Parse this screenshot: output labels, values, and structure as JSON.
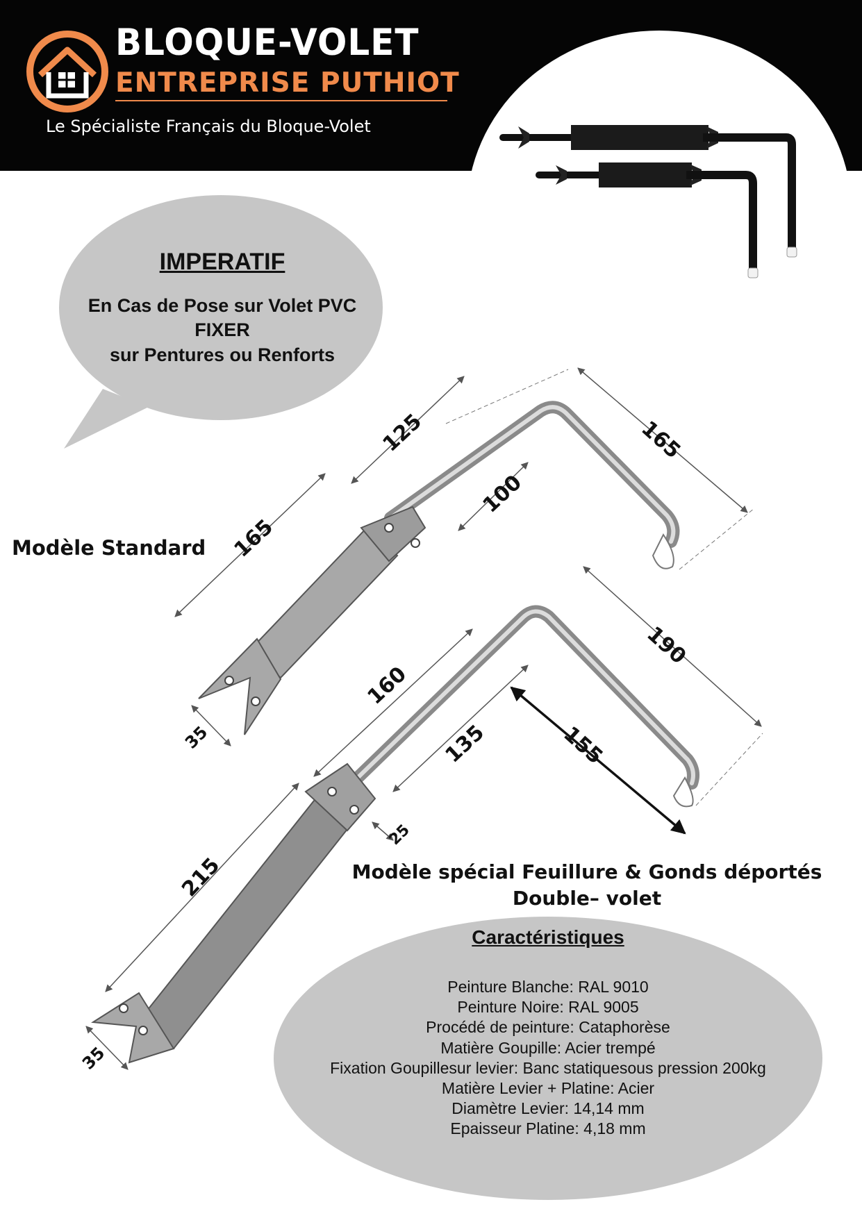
{
  "header": {
    "brand_title": "BLOQUE-VOLET",
    "brand_subtitle": "ENTREPRISE PUTHIOT",
    "tagline": "Le Spécialiste Français du Bloque-Volet",
    "colors": {
      "background": "#050505",
      "accent": "#f08a4b"
    },
    "logo_icon": "house-logo-icon"
  },
  "imperatif": {
    "title": "IMPERATIF",
    "lines": [
      "En Cas de Pose sur Volet PVC",
      "FIXER",
      "sur Pentures ou Renforts"
    ]
  },
  "models": {
    "standard": {
      "label": "Modèle Standard",
      "dimensions": [
        "125",
        "165",
        "100",
        "165",
        "35"
      ]
    },
    "special": {
      "label_line1": "Modèle spécial Feuillure & Gonds déportés",
      "label_line2": "Double– volet",
      "dimensions": [
        "190",
        "160",
        "135",
        "155",
        "25",
        "215",
        "35"
      ]
    }
  },
  "characteristics": {
    "title": "Caractéristiques",
    "items": [
      "Peinture Blanche: RAL 9010",
      "Peinture Noire: RAL 9005",
      "Procédé de peinture: Cataphorèse",
      "Matière Goupille: Acier trempé",
      "Fixation Goupillesur levier: Banc statiquesous pression 200kg",
      "Matière Levier + Platine: Acier",
      "Diamètre Levier: 14,14 mm",
      "Epaisseur Platine: 4,18 mm"
    ]
  }
}
